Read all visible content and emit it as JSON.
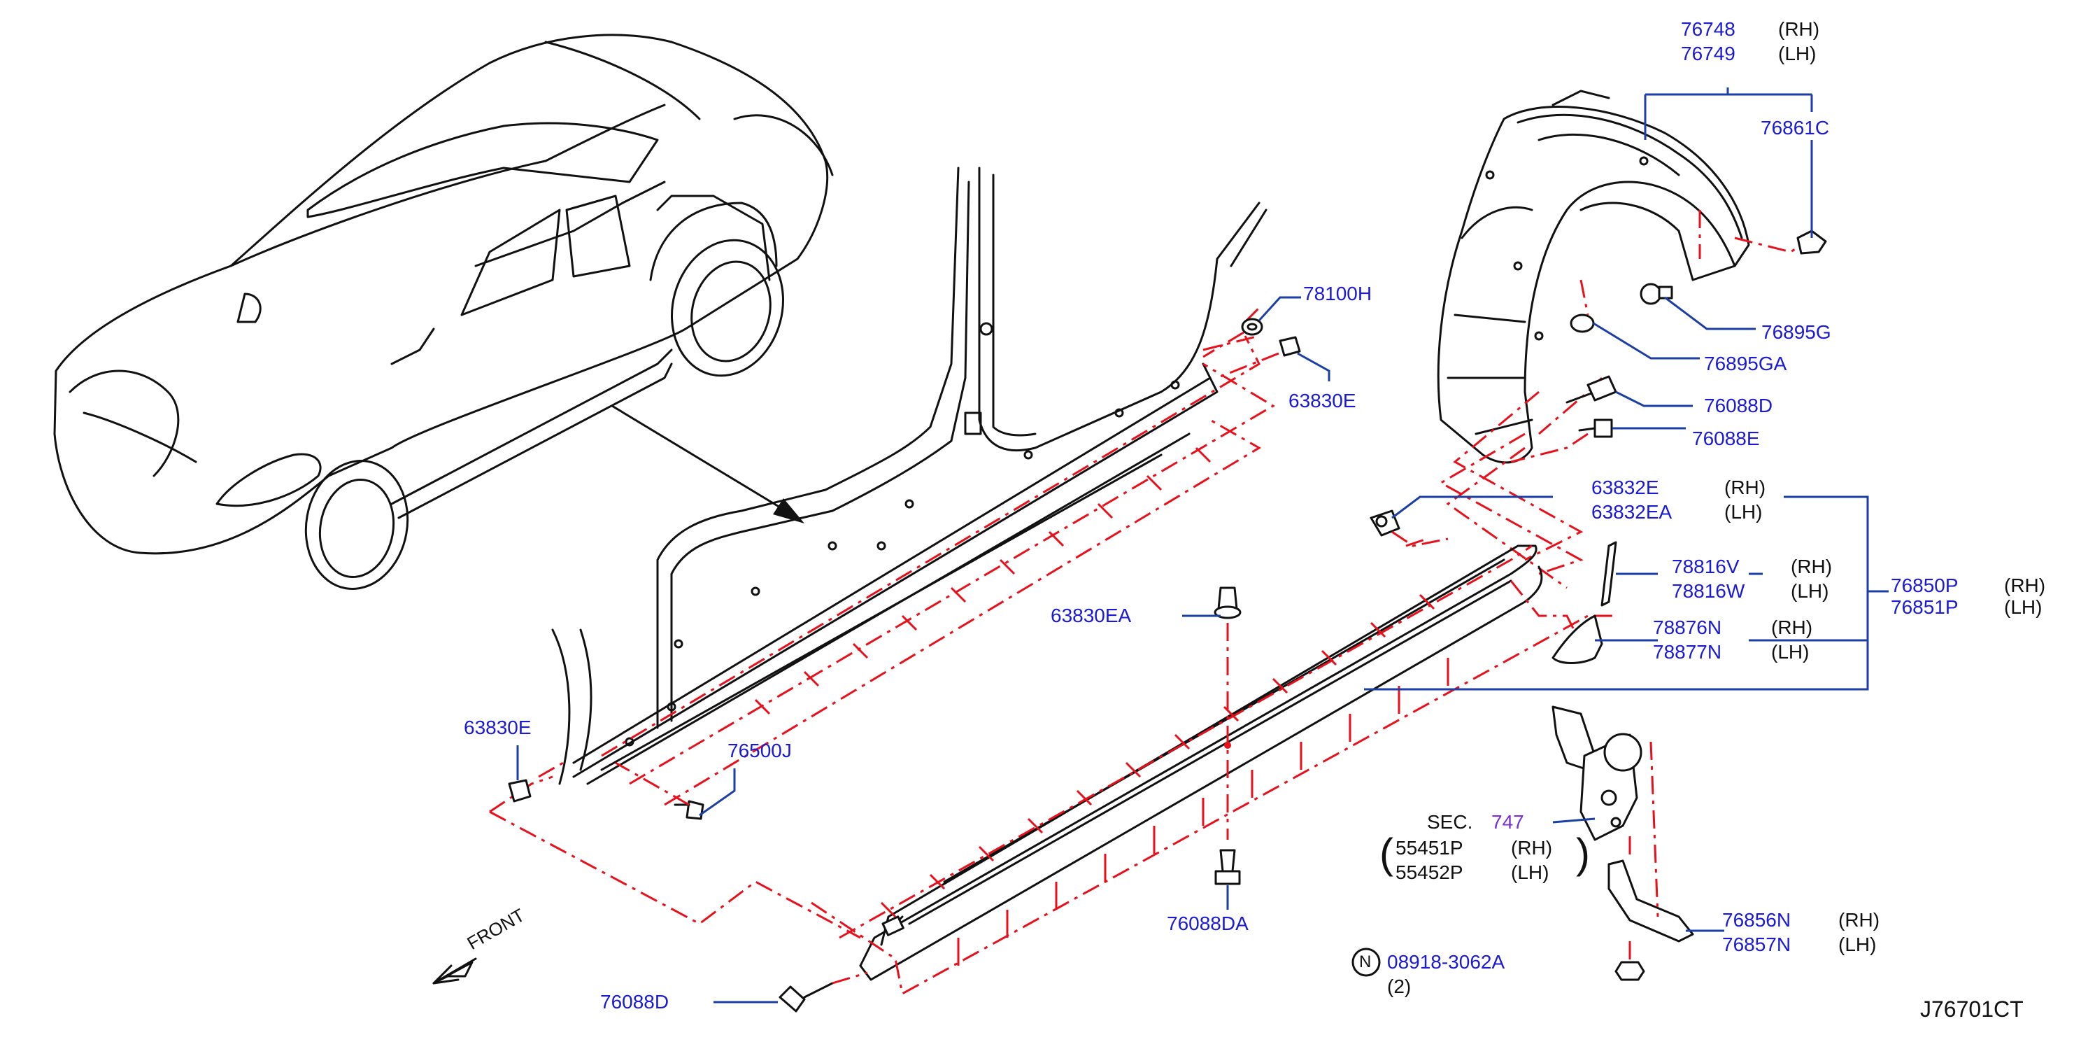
{
  "diagram_code": "J76701CT",
  "front_label": "FRONT",
  "sides": {
    "rh": "(RH)",
    "lh": "(LH)"
  },
  "parts": {
    "p76748": "76748",
    "p76749": "76749",
    "p76861C": "76861C",
    "p78100H": "78100H",
    "p63830E_top": "63830E",
    "p76895G": "76895G",
    "p76895GA": "76895GA",
    "p76088D_top": "76088D",
    "p76088E": "76088E",
    "p63832E": "63832E",
    "p63832EA": "63832EA",
    "p78816V": "78816V",
    "p78816W": "78816W",
    "p76850P": "76850P",
    "p76851P": "76851P",
    "p78876N": "78876N",
    "p78877N": "78877N",
    "p63830EA": "63830EA",
    "p63830E_left": "63830E",
    "p76500J": "76500J",
    "p747": "747",
    "p55451P": "55451P",
    "p55452P": "55452P",
    "p76088DA": "76088DA",
    "p76856N": "76856N",
    "p76857N": "76857N",
    "p08918": "08918-3062A",
    "p76088D_bottom": "76088D"
  },
  "sec_prefix": "SEC.",
  "nut_symbol": "N",
  "nut_qty": "(2)"
}
